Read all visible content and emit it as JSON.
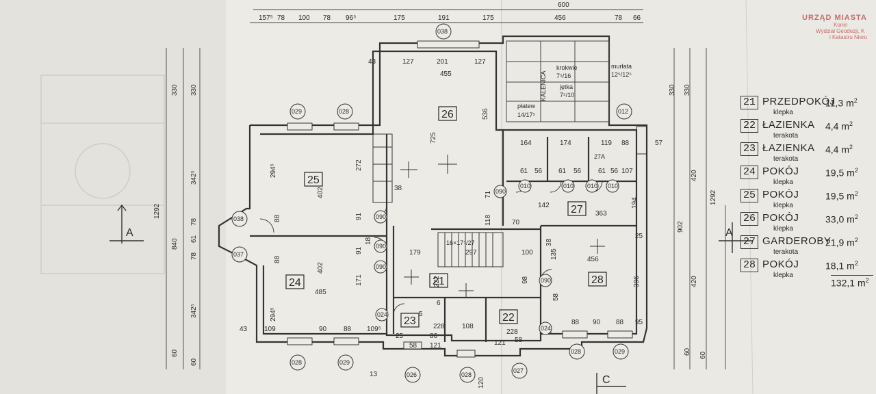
{
  "stamp": {
    "line1": "URZĄD MIASTA",
    "line2": "Konin",
    "line3": "Wydział Geodezji, K",
    "line4": "i Katastru Nieru"
  },
  "rooms": [
    {
      "num": "21",
      "name": "PRZEDPOKÓJ",
      "floor": "klepka",
      "area": "11,3"
    },
    {
      "num": "22",
      "name": "ŁAZIENKA",
      "floor": "terakota",
      "area": "4,4"
    },
    {
      "num": "23",
      "name": "ŁAZIENKA",
      "floor": "terakota",
      "area": "4,4"
    },
    {
      "num": "24",
      "name": "POKÓJ",
      "floor": "klepka",
      "area": "19,5"
    },
    {
      "num": "25",
      "name": "POKÓJ",
      "floor": "klepka",
      "area": "19,5"
    },
    {
      "num": "26",
      "name": "POKÓJ",
      "floor": "klepka",
      "area": "33,0"
    },
    {
      "num": "27",
      "name": "GARDEROBY",
      "floor": "terakota",
      "area": "21,9"
    },
    {
      "num": "28",
      "name": "POKÓJ",
      "floor": "klepka",
      "area": "18,1"
    }
  ],
  "unit": "m",
  "unit_exp": "2",
  "total_area": "132,1",
  "plan": {
    "top_dims": [
      "157⁵",
      "78",
      "100",
      "78",
      "96⁵",
      "175",
      "191",
      "175",
      "456",
      "78",
      "66"
    ],
    "top_overall": [
      "600"
    ],
    "left_dims": [
      "1292",
      "330",
      "330",
      "342⁵",
      "78",
      "61",
      "840",
      "78",
      "342⁵",
      "60",
      "60"
    ],
    "right_dims": [
      "330",
      "330",
      "420",
      "902",
      "1292",
      "420",
      "60",
      "60"
    ],
    "room_labels": [
      "25",
      "24",
      "26",
      "21",
      "23",
      "22",
      "27",
      "28"
    ],
    "bubbles": [
      "038",
      "029",
      "028",
      "012",
      "038",
      "037",
      "090",
      "090",
      "090",
      "010",
      "010",
      "010",
      "010",
      "090",
      "090",
      "024",
      "028",
      "029",
      "026",
      "028",
      "027",
      "028",
      "029",
      "024"
    ],
    "interior_dims": [
      "43",
      "127",
      "201",
      "127",
      "455",
      "536",
      "725",
      "294⁵",
      "402",
      "272",
      "38",
      "91",
      "91",
      "18",
      "171",
      "402",
      "485",
      "294⁵",
      "88",
      "88",
      "109",
      "90",
      "88",
      "109⁵",
      "25",
      "58",
      "121",
      "228",
      "108",
      "228",
      "121",
      "58",
      "88",
      "90",
      "88",
      "95",
      "43",
      "164",
      "174",
      "119",
      "88",
      "57",
      "61",
      "56",
      "61",
      "56",
      "61",
      "56",
      "107",
      "142",
      "363",
      "194",
      "70",
      "118",
      "71",
      "179",
      "297",
      "100",
      "222",
      "135",
      "456",
      "396",
      "98",
      "58",
      "38",
      "25",
      "120",
      "13",
      "5",
      "6",
      "86"
    ],
    "roof_labels": [
      "KALENICA",
      "krokwie",
      "7⁵/16",
      "jętka",
      "7⁵/10",
      "płatew",
      "14/17⁵",
      "murłata",
      "12⁵/12⁵"
    ],
    "stairs": "16×17⁵/27",
    "annot": "27A",
    "section_a": "A",
    "section_c": "C"
  }
}
